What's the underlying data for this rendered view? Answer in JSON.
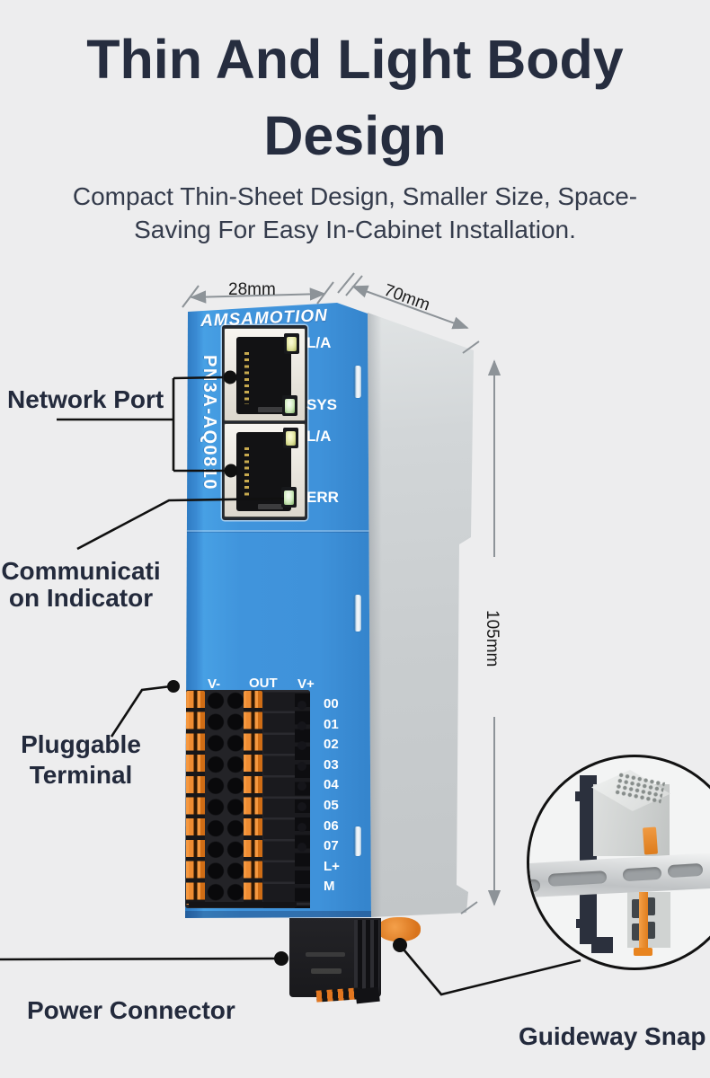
{
  "title": {
    "line1": "Thin And Light Body",
    "line2": "Design"
  },
  "subtitle": "Compact Thin-Sheet Design, Smaller Size, Space-Saving For Easy In-Cabinet Installation.",
  "device": {
    "brand": "AMSAMOTION",
    "model": "PN3A-AQ0810",
    "leds": [
      "L/A",
      "SYS",
      "L/A",
      "ERR"
    ],
    "terminal_header": {
      "v_minus": "V-",
      "out": "OUT",
      "v_plus": "V+"
    },
    "channels": [
      "00",
      "01",
      "02",
      "03",
      "04",
      "05",
      "06",
      "07",
      "L+",
      "M"
    ]
  },
  "dimensions": {
    "width": "28mm",
    "depth": "70mm",
    "height": "105mm"
  },
  "callouts": {
    "network_port": "Network Port",
    "communication_indicator": "Communication Indicator",
    "pluggable_terminal": "Pluggable Terminal",
    "power_connector": "Power Connector",
    "guideway_snap": "Guideway Snap"
  },
  "colors": {
    "accent_blue": "#3f92da",
    "accent_orange": "#ef8c32",
    "text_dark": "#262d3f"
  }
}
